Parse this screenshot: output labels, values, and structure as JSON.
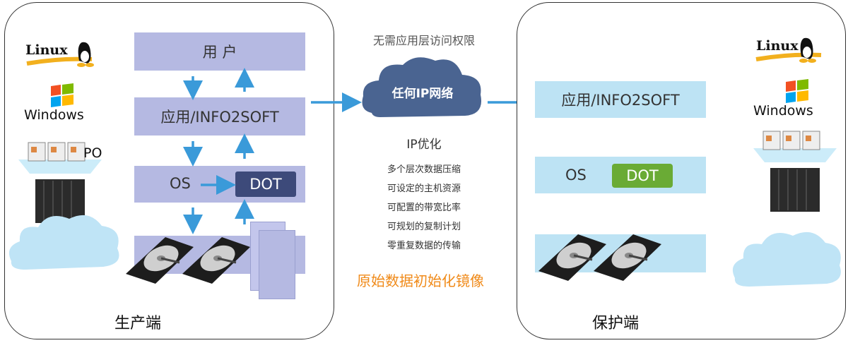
{
  "producer": {
    "title": "生产端",
    "user_box": "用 户",
    "app_box": "应用/INFO2SOFT",
    "os_label": "OS",
    "dot_label": "DOT",
    "logos": {
      "linux": "Linux",
      "windows": "Windows",
      "partial_text": "PO"
    }
  },
  "middle": {
    "top_note": "无需应用层访问权限",
    "cloud_label": "任何IP网络",
    "ip_opt": "IP优化",
    "features": [
      "多个层次数据压缩",
      "可设定的主机资源",
      "可配置的带宽比率",
      "可规划的复制计划",
      "零重复数据的传输"
    ],
    "mirror_note": "原始数据初始化镜像"
  },
  "protector": {
    "title": "保护端",
    "app_box": "应用/INFO2SOFT",
    "os_label": "OS",
    "dot_label": "DOT",
    "logos": {
      "linux": "Linux",
      "windows": "Windows"
    }
  },
  "colors": {
    "producer_box": "#b5b9e2",
    "protector_box": "#bde3f4",
    "dot_producer": "#3d4a7a",
    "dot_protector": "#6aab35",
    "arrow": "#3a9ad9",
    "arrow_dark": "#2a6fb8",
    "cloud": "#4a6491",
    "mirror_text": "#f08a19"
  },
  "icons": [
    "linux-logo-icon",
    "windows-logo-icon",
    "server-stack-icon",
    "hard-drive-icon",
    "cloud-icon"
  ]
}
